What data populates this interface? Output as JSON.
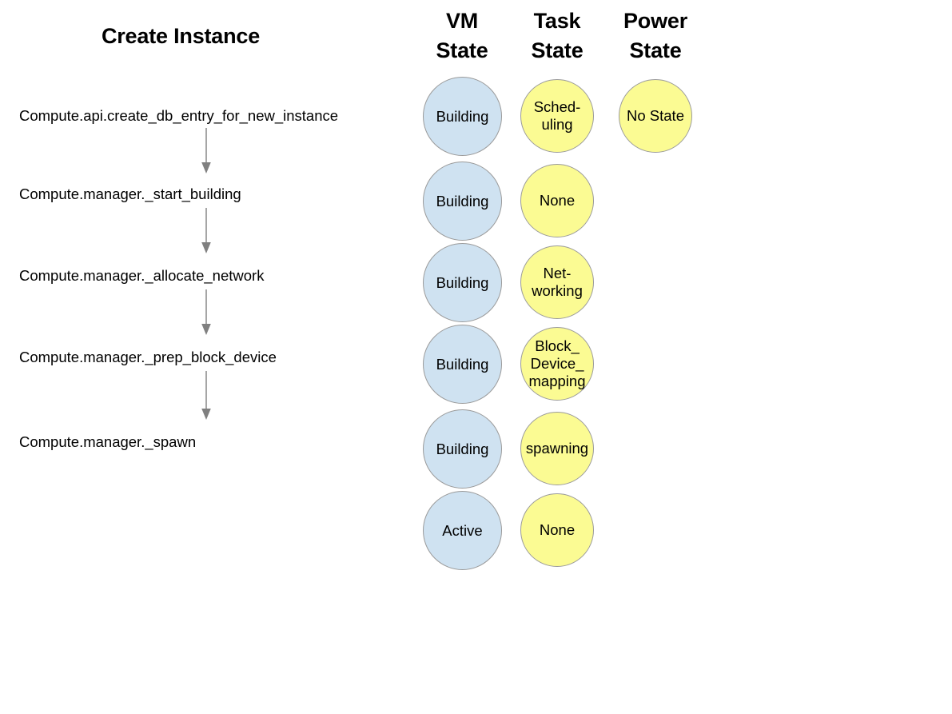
{
  "diagram": {
    "title": "Create Instance",
    "columns": [
      {
        "id": "vm",
        "line1": "VM",
        "line2": "State"
      },
      {
        "id": "task",
        "line1": "Task",
        "line2": "State"
      },
      {
        "id": "power",
        "line1": "Power",
        "line2": "State"
      }
    ],
    "steps": [
      {
        "label": "Compute.api.create_db_entry_for_new_instance"
      },
      {
        "label": "Compute.manager._start_building"
      },
      {
        "label": "Compute.manager._allocate_network"
      },
      {
        "label": "Compute.manager._prep_block_device"
      },
      {
        "label": "Compute.manager._spawn"
      }
    ],
    "vm_state": [
      {
        "label": "Building"
      },
      {
        "label": "Building"
      },
      {
        "label": "Building"
      },
      {
        "label": "Building"
      },
      {
        "label": "Building"
      },
      {
        "label": "Active"
      }
    ],
    "task_state": [
      {
        "label": "Sched-\nuling"
      },
      {
        "label": "None"
      },
      {
        "label": "Net-\nworking"
      },
      {
        "label": "Block_\nDevice_\nmapping"
      },
      {
        "label": "spawning"
      },
      {
        "label": "None"
      }
    ],
    "power_state": [
      {
        "label": "No State"
      }
    ],
    "colors": {
      "vm_fill": "#cfe2f1",
      "task_fill": "#fbfb93",
      "power_fill": "#fbfb93",
      "circle_stroke": "#9a9a9a",
      "arrow": "#808080",
      "text": "#000000",
      "background": "#ffffff"
    },
    "icons": {
      "flow_arrow": "down-arrow-icon"
    }
  }
}
